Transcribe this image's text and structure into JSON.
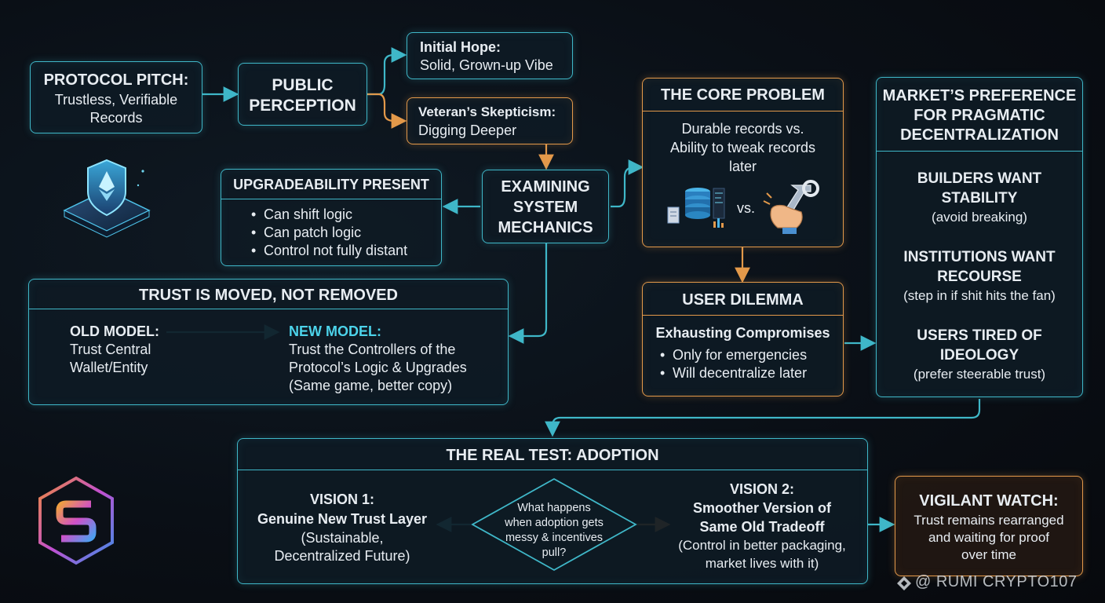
{
  "protocol_pitch": {
    "title": "PROTOCOL PITCH:",
    "body": [
      "Trustless, Verifiable",
      "Records"
    ]
  },
  "public_perception": {
    "title": [
      "PUBLIC",
      "PERCEPTION"
    ]
  },
  "initial_hope": {
    "title": "Initial Hope:",
    "body": "Solid, Grown-up Vibe"
  },
  "veterans_skepticism": {
    "title": "Veteran’s Skepticism:",
    "body": "Digging Deeper"
  },
  "examining": {
    "title": [
      "EXAMINING",
      "SYSTEM",
      "MECHANICS"
    ]
  },
  "upgradeability": {
    "title": "UPGRADEABILITY PRESENT",
    "bullets": [
      "Can shift logic",
      "Can patch logic",
      "Control not fully distant"
    ]
  },
  "trust_moved": {
    "title": "TRUST IS MOVED, NOT REMOVED",
    "old_label": "OLD MODEL:",
    "old_body": [
      "Trust Central",
      "Wallet/Entity"
    ],
    "new_label": "NEW MODEL:",
    "new_body": [
      "Trust the Controllers of the",
      "Protocol’s Logic & Upgrades",
      "(Same game, better copy)"
    ]
  },
  "core_problem": {
    "title": "THE CORE PROBLEM",
    "body": [
      "Durable records vs.",
      "Ability to tweak records",
      "later"
    ],
    "vs": "vs."
  },
  "user_dilemma": {
    "title": "USER DILEMMA",
    "subtitle": "Exhausting Compromises",
    "bullets": [
      "Only for emergencies",
      "Will decentralize later"
    ]
  },
  "market": {
    "title": [
      "MARKET’S PREFERENCE",
      "FOR PRAGMATIC",
      "DECENTRALIZATION"
    ],
    "builders": {
      "title": [
        "BUILDERS WANT",
        "STABILITY"
      ],
      "note": "(avoid breaking)"
    },
    "institutions": {
      "title": [
        "INSTITUTIONS WANT",
        "RECOURSE"
      ],
      "note": "(step in if shit hits the fan)"
    },
    "users": {
      "title": [
        "USERS TIRED OF",
        "IDEOLOGY"
      ],
      "note": "(prefer steerable trust)"
    }
  },
  "real_test": {
    "title": "THE REAL TEST: ADOPTION",
    "vision1": {
      "title": [
        "VISION 1:",
        "Genuine New Trust Layer"
      ],
      "note": [
        "(Sustainable,",
        "Decentralized Future)"
      ]
    },
    "question": [
      "What happens",
      "when adoption gets",
      "messy & incentives",
      "pull?"
    ],
    "vision2": {
      "title": [
        "VISION 2:",
        "Smoother Version of",
        "Same Old Tradeoff"
      ],
      "note": [
        "(Control in better packaging,",
        "market lives with it)"
      ]
    }
  },
  "vigilant": {
    "title": "VIGILANT WATCH:",
    "body": [
      "Trust remains rearranged",
      "and waiting for proof",
      "over time"
    ]
  },
  "watermark": "@ RUMI CRYPTO107",
  "icons": [
    "shield-ethereum-icon",
    "database-server-icon",
    "wrench-hand-icon",
    "hexagon-s-logo-icon",
    "diamond-logo-icon"
  ],
  "colors": {
    "teal": "#3fb7c8",
    "orange": "#e3994a",
    "new_model": "#4cd3ea",
    "background": "#0a0f16"
  }
}
